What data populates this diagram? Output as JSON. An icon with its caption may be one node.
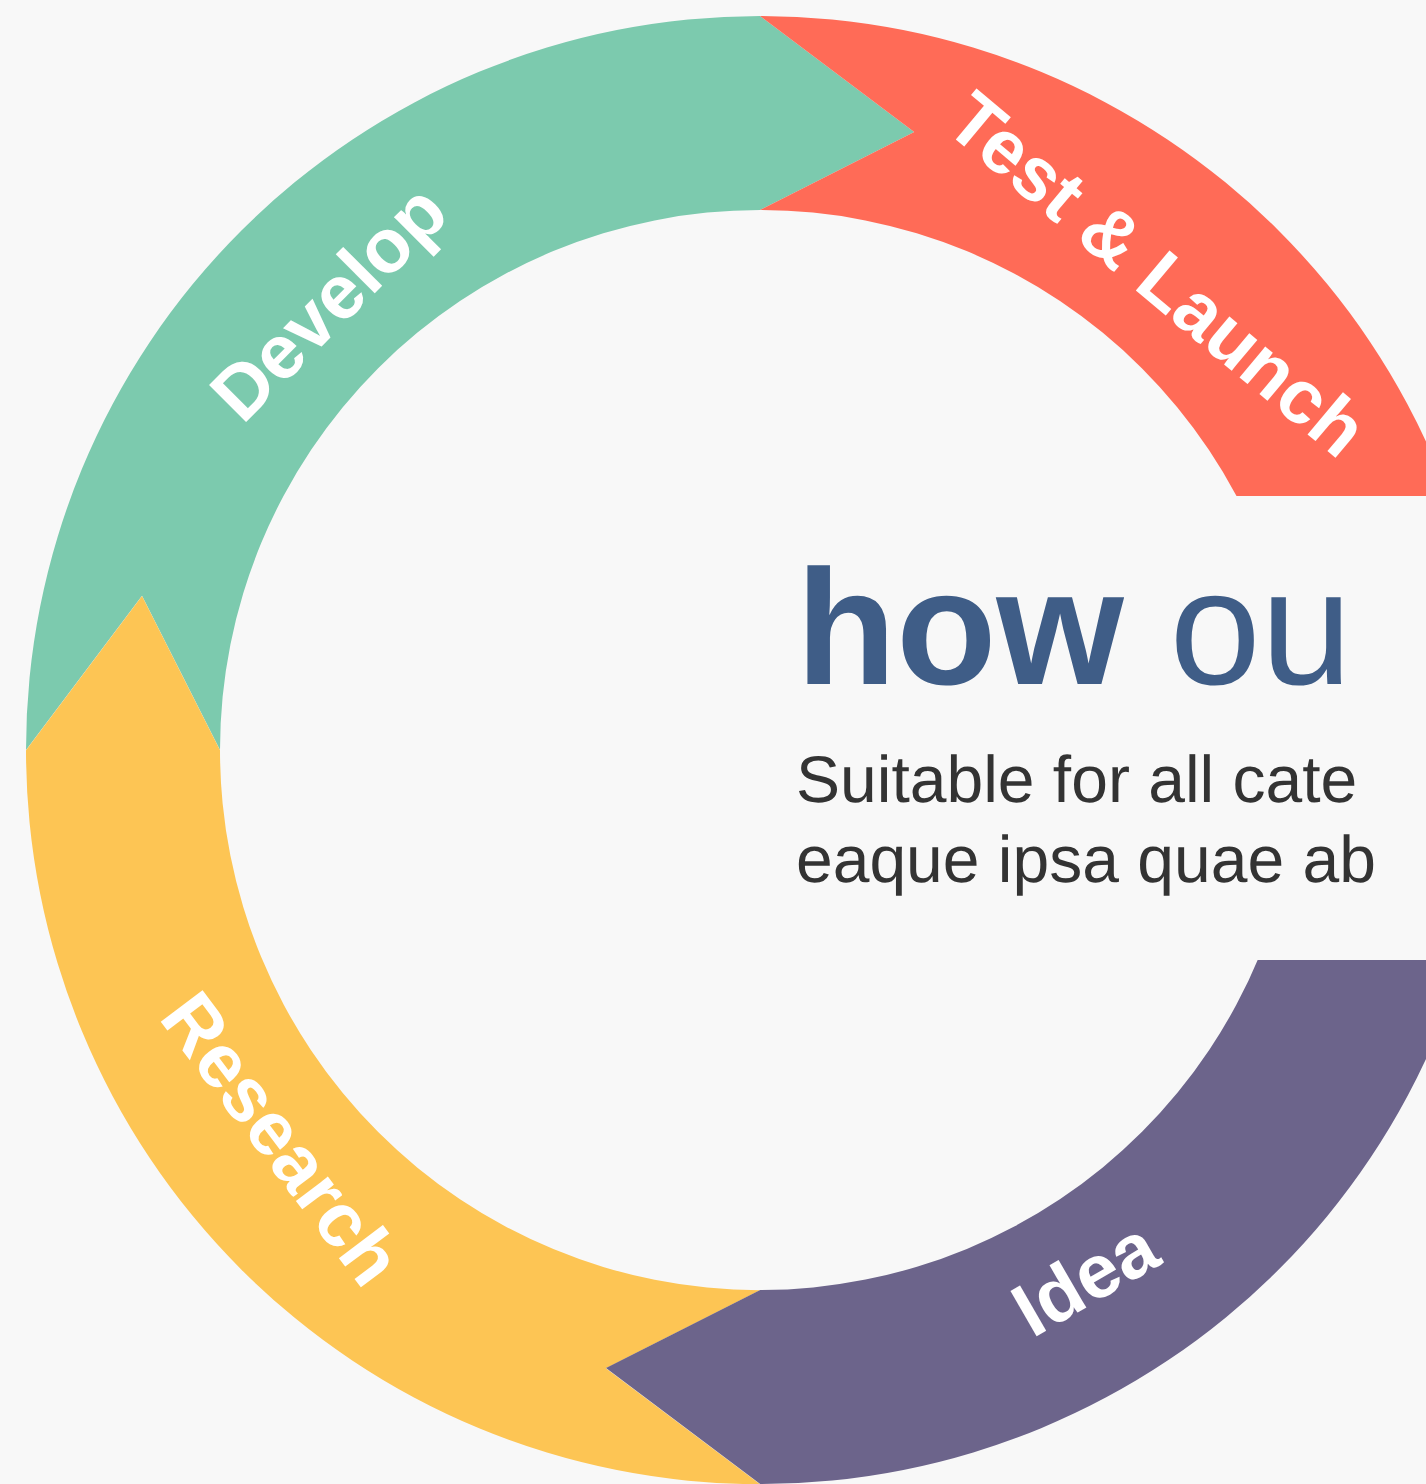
{
  "diagram": {
    "nodes": [
      {
        "text": [
          "Develop"
        ]
      },
      {
        "text": [
          "Test & Launch"
        ]
      },
      {
        "text": [
          "Research"
        ]
      },
      {
        "text": [
          "Idea"
        ]
      }
    ],
    "labels": [
      "**how** ou",
      "Suitable for all cate",
      "eaque ipsa quae ab"
    ]
  }
}
